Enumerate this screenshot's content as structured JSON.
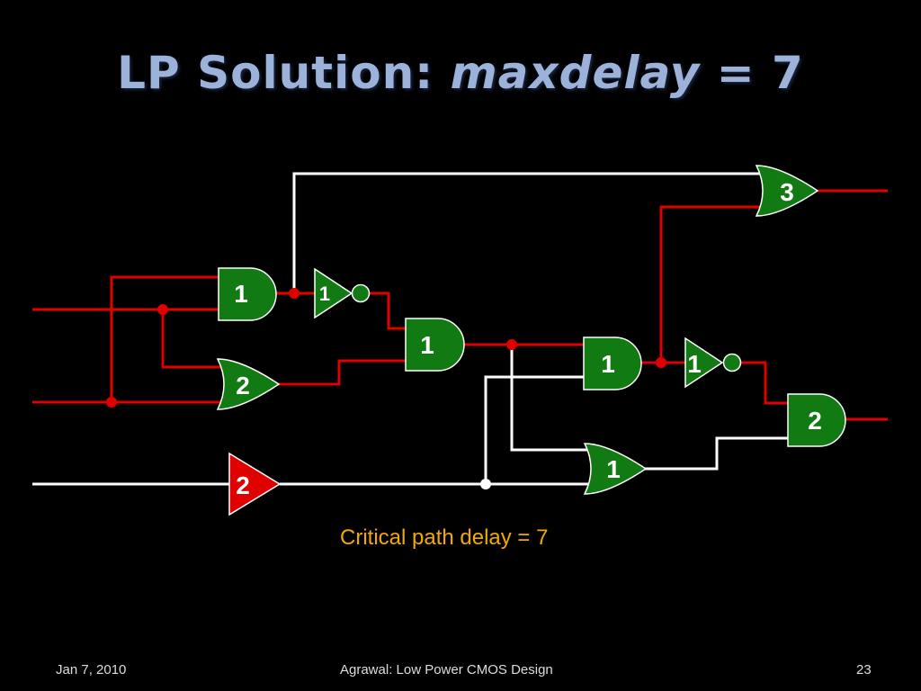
{
  "title": {
    "prefix": "LP Solution: ",
    "italic": "maxdelay",
    "suffix": " = 7"
  },
  "gates": {
    "and_a": "1",
    "or_a": "2",
    "buf_a": "2",
    "not_a": "1",
    "and_b": "1",
    "and_c": "1",
    "not_b": "1",
    "or_b": "1",
    "or_top": "3",
    "and_out": "2"
  },
  "caption": "Critical path delay = 7",
  "footer": {
    "date": "Jan 7, 2010",
    "course": "Agrawal: Low Power CMOS Design",
    "page": "23"
  },
  "colors": {
    "critical_wire": "#e00000",
    "normal_wire": "#ffffff",
    "gate_fill": "#127a12",
    "critical_gate_fill": "#e00000",
    "caption": "#f2a900",
    "title": "#9db2d9"
  }
}
